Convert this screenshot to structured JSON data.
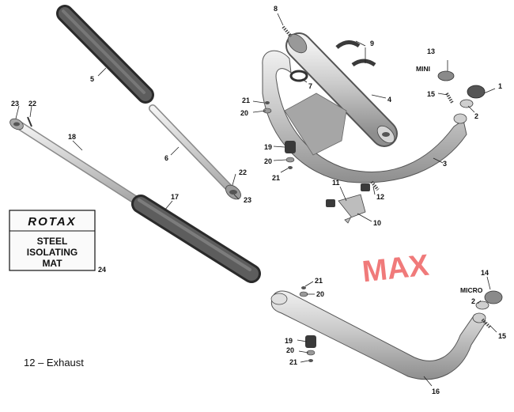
{
  "caption": "12 – Exhaust",
  "variant_label": "MAX",
  "variant_color": "#f07a7a",
  "mat_box": {
    "brand": "ROTAX",
    "line1": "STEEL",
    "line2": "ISOLATING",
    "line3": "MAT",
    "ref": "24"
  },
  "tags": {
    "mini": "MINI",
    "micro": "MICRO"
  },
  "callouts": {
    "c1": "1",
    "c2a": "2",
    "c2b": "2",
    "c3": "3",
    "c4": "4",
    "c5": "5",
    "c6": "6",
    "c7": "7",
    "c8": "8",
    "c9": "9",
    "c10": "10",
    "c11": "11",
    "c12": "12",
    "c13": "13",
    "c14": "14",
    "c15a": "15",
    "c15b": "15",
    "c16": "16",
    "c17": "17",
    "c18": "18",
    "c19a": "19",
    "c19b": "19",
    "c20a": "20",
    "c20b": "20",
    "c20c": "20",
    "c20d": "20",
    "c21a": "21",
    "c21b": "21",
    "c21c": "21",
    "c21d": "21",
    "c22a": "22",
    "c22b": "22",
    "c23a": "23",
    "c23b": "23"
  }
}
